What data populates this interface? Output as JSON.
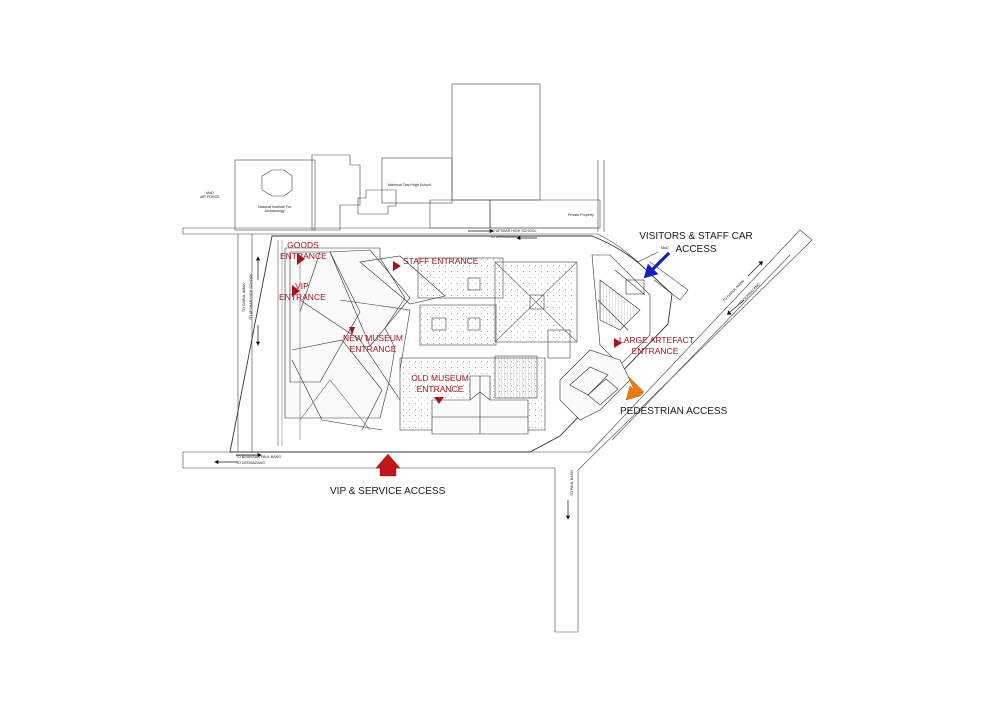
{
  "access": {
    "visitors_staff_1": "VISITORS & STAFF CAR",
    "visitors_staff_2": "ACCESS",
    "pedestrian": "PEDESTRIAN ACCESS",
    "vip_service": "VIP & SERVICE ACCESS"
  },
  "entrances": {
    "goods_1": "GOODS",
    "goods_2": "ENTRANCE",
    "vip_1": "VIP",
    "vip_2": "ENTRANCE",
    "staff": "STAFF ENTRANCE",
    "new_museum_1": "NEW MUSEUM",
    "new_museum_2": "ENTRANCE",
    "old_museum_1": "OLD MUSEUM",
    "old_museum_2": "ENTRANCE",
    "large_artefact_1": "LARGE ARTEFACT",
    "large_artefact_2": "ENTRANCE"
  },
  "context": {
    "mod_air_force_1": "MoD",
    "mod_air_force_2": "AIR FORCE",
    "nia_1": "National Institute For",
    "nia_2": "Archaeology",
    "school": "Mahmud Tarzi High School",
    "private": "Private Property",
    "mod": "MoD"
  },
  "roads": {
    "afshar_school": "TO AFSHAR HIGH SCHOOL",
    "dehmazang_top": "TO DEHMAZANG",
    "darul_aman_left": "TO DARUL AMAN",
    "afshar_left": "TO AFSHAR HIGH SCHOOL",
    "binihisar_1": "TO BINIHISAR PAUL BARG",
    "dehmazang_bottom": "TO DEHMAZANG",
    "darul_aman_right": "TO DARUL AMAN",
    "dehmazang_right": "TO DEHMAZANG",
    "paul_bagh": "TO PAUL BAGH"
  },
  "colors": {
    "entrance_red": "#a8141b",
    "arrow_blue": "#1021c8",
    "arrow_orange": "#ec7a10",
    "arrow_red": "#c01818",
    "linework": "#333333"
  }
}
